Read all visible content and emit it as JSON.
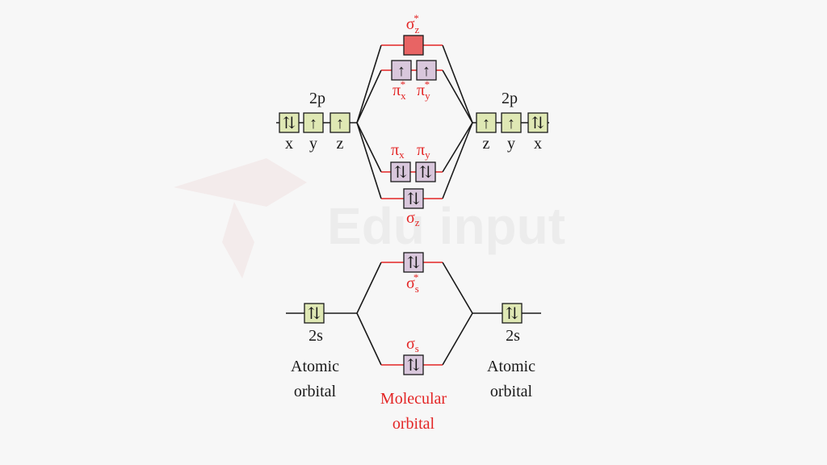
{
  "watermark": {
    "text": "Edu input"
  },
  "left_atomic": {
    "p_label": "2p",
    "p_orbitals": [
      {
        "axis": "x",
        "electrons": "⇅"
      },
      {
        "axis": "y",
        "electrons": "↑"
      },
      {
        "axis": "z",
        "electrons": "↑"
      }
    ],
    "s_label": "2s",
    "s_electrons": "⇅",
    "caption_line1": "Atomic",
    "caption_line2": "orbital"
  },
  "right_atomic": {
    "p_label": "2p",
    "p_orbitals": [
      {
        "axis": "z",
        "electrons": "↑"
      },
      {
        "axis": "y",
        "electrons": "↑"
      },
      {
        "axis": "x",
        "electrons": "⇅"
      }
    ],
    "s_label": "2s",
    "s_electrons": "⇅",
    "caption_line1": "Atomic",
    "caption_line2": "orbital"
  },
  "molecular": {
    "sigma_z_star": {
      "base": "σ",
      "sub": "z",
      "sup": "*",
      "electrons": ""
    },
    "pi_star": [
      {
        "base": "π",
        "sub": "x",
        "sup": "*",
        "electrons": "↑"
      },
      {
        "base": "π",
        "sub": "y",
        "sup": "*",
        "electrons": "↑"
      }
    ],
    "pi": [
      {
        "base": "π",
        "sub": "x",
        "electrons": "⇅"
      },
      {
        "base": "π",
        "sub": "y",
        "electrons": "⇅"
      }
    ],
    "sigma_z": {
      "base": "σ",
      "sub": "z",
      "electrons": "⇅"
    },
    "sigma_s_star": {
      "base": "σ",
      "sub": "s",
      "sup": "*",
      "electrons": "⇅"
    },
    "sigma_s": {
      "base": "σ",
      "sub": "s",
      "electrons": "⇅"
    },
    "caption_line1": "Molecular",
    "caption_line2": "orbital"
  },
  "colors": {
    "atomic_box": "#dfe8b4",
    "molecular_box": "#d9c7dc",
    "empty_antibonding_box": "#e86464",
    "molecular_line": "#e32525",
    "connector_line": "#1a1a1a",
    "label_red": "#e32525"
  }
}
